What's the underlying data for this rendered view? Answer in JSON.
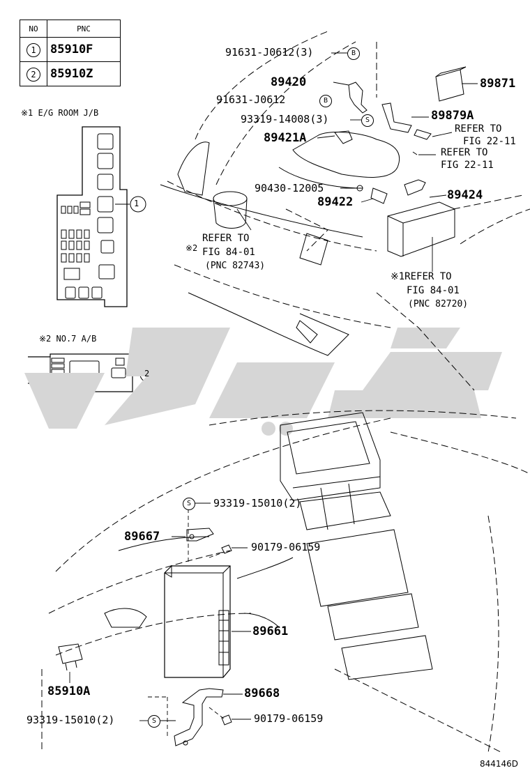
{
  "pnc_table": {
    "header_no": "NO",
    "header_pnc": "PNC",
    "rows": [
      {
        "no": "1",
        "pnc": "85910F"
      },
      {
        "no": "2",
        "pnc": "85910Z"
      }
    ]
  },
  "insets": {
    "eg_room_title": "※1 E/G ROOM J/B",
    "eg_room_callout": "1",
    "no7_title": "※2 NO.7 A/B",
    "no7_callout": "2"
  },
  "symbols": {
    "b": "B",
    "s": "S"
  },
  "engine_labels": {
    "p91631_3": "91631-J0612(3)",
    "p89420": "89420",
    "p89871": "89871",
    "p91631": "91631-J0612",
    "p93319_14008": "93319-14008(3)",
    "p89879A": "89879A",
    "p89421A": "89421A",
    "refer_fig22_a_1": "REFER TO",
    "refer_fig22_a_2": "FIG 22-11",
    "refer_fig22_b_1": "REFER TO",
    "refer_fig22_b_2": "FIG 22-11",
    "p90430": "90430-12005",
    "p89422": "89422",
    "p89424": "89424",
    "refer84_left_1": "REFER TO",
    "refer84_left_2": "FIG 84-01",
    "refer84_left_3": "(PNC 82743)",
    "refer84_left_mark": "※2",
    "refer84_right_1": "※1REFER TO",
    "refer84_right_2": "FIG 84-01",
    "refer84_right_3": "(PNC 82720)"
  },
  "dash_labels": {
    "p93319_15010_top": "93319-15010(2)",
    "p89667": "89667",
    "p90179_top": "90179-06159",
    "p89661": "89661",
    "p85910A": "85910A",
    "p89668": "89668",
    "p93319_15010_bottom": "93319-15010(2)",
    "p90179_bottom": "90179-06159"
  },
  "figure_code": "844146D"
}
